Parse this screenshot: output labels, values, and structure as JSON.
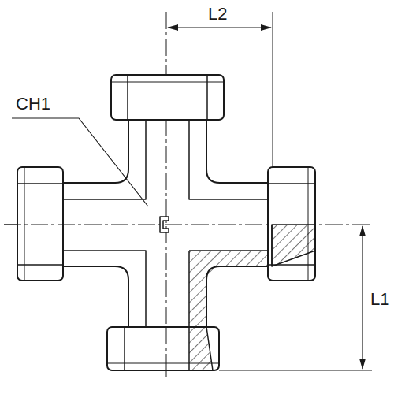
{
  "diagram": {
    "labels": [
      "L2",
      "CH1",
      "L1"
    ]
  }
}
